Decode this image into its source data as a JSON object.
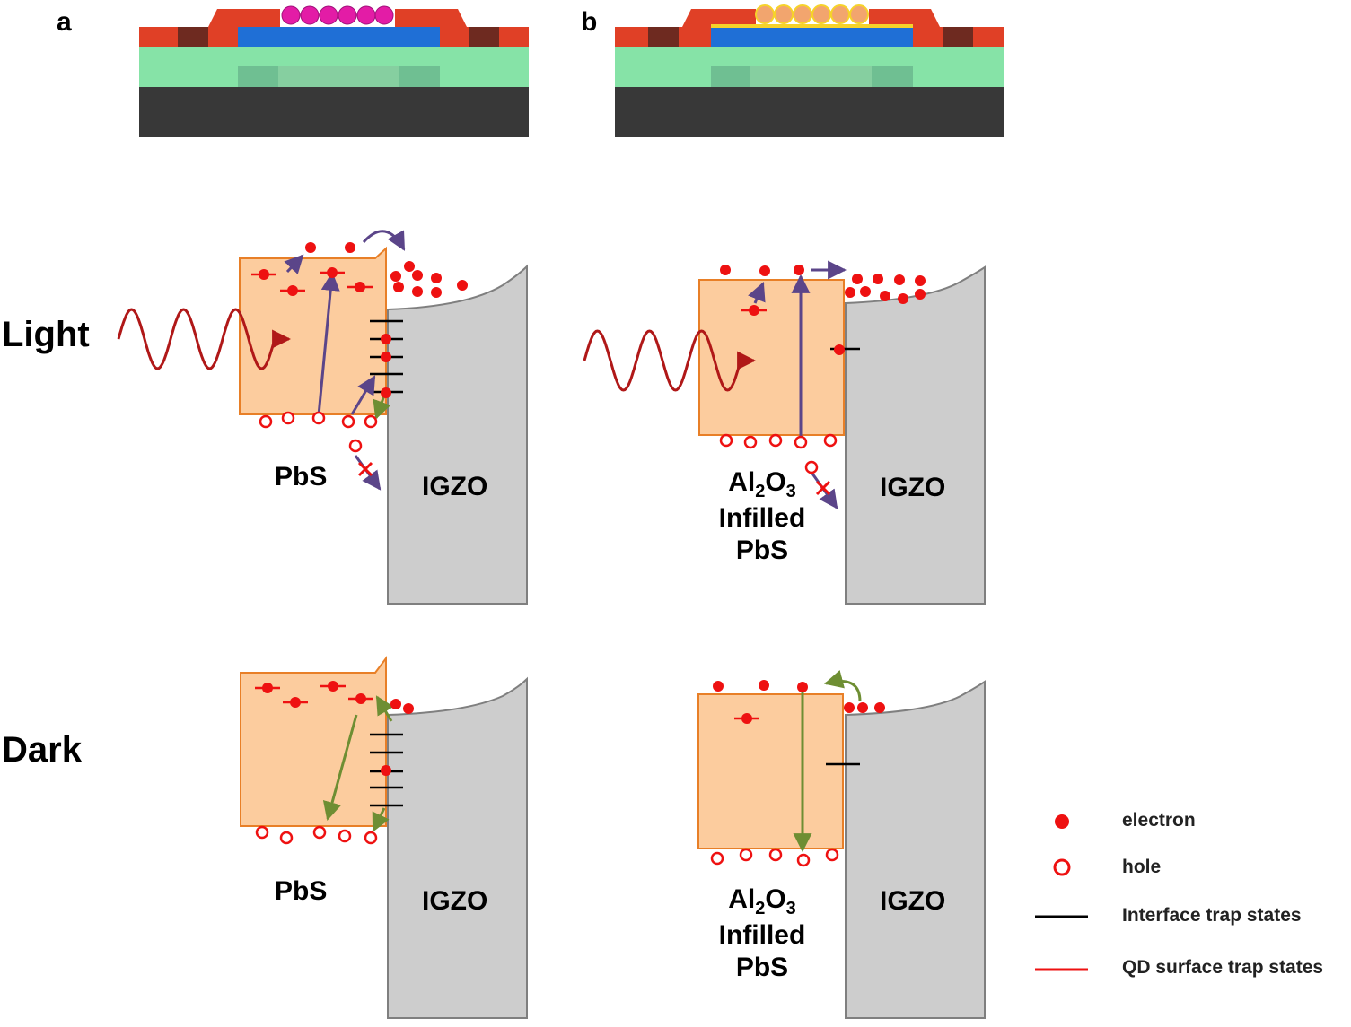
{
  "panels": {
    "a": "a",
    "b": "b"
  },
  "rows": {
    "light": "Light",
    "dark": "Dark"
  },
  "materials": {
    "pbs": "PbS",
    "igzo": "IGZO",
    "infilled_line1_pre": "Al",
    "infilled_line1_sub1": "2",
    "infilled_line1_mid": "O",
    "infilled_line1_sub2": "3",
    "infilled_line2": "Infilled",
    "infilled_line3": "PbS"
  },
  "legend": {
    "electron": "electron",
    "hole": "hole",
    "interface_trap": "Interface trap states",
    "qd_trap": "QD surface trap states"
  },
  "colors": {
    "qd_band_fill": "#fccc9e",
    "qd_band_stroke": "#e87f27",
    "igzo_fill": "#cdcdcd",
    "igzo_stroke": "#7f7f7f",
    "electron": "#ee1111",
    "light_wave": "#b01818",
    "light_arrow": "#5b4589",
    "dark_arrow": "#6e8e33",
    "interface_trap": "#000000",
    "qd_trap": "#ee1111",
    "device_contact": "#e04026",
    "device_channel": "#1f6fd6",
    "device_dielectric": "#86e3a7",
    "device_substrate": "#383838",
    "qd_pbs": "#e31ca6",
    "qd_infilled": "#f2a56e"
  }
}
